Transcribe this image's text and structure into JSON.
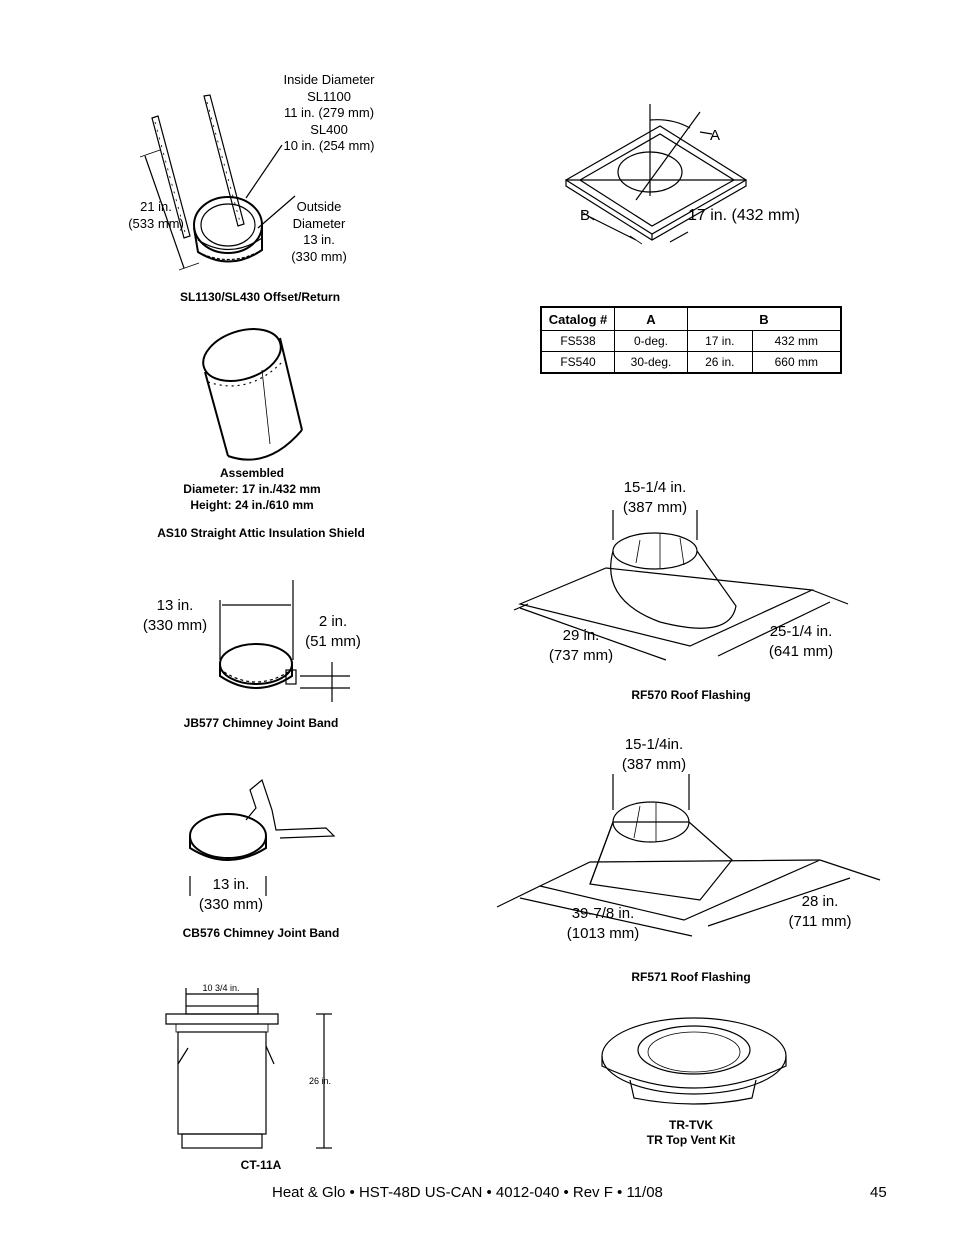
{
  "sl1130": {
    "inside_label": [
      "Inside Diameter",
      "SL1100",
      "11 in. (279 mm)",
      "SL400",
      "10 in. (254 mm)"
    ],
    "outside_label": [
      "Outside",
      "Diameter",
      "13 in.",
      "(330 mm)"
    ],
    "height_label": [
      "21 in.",
      "(533 mm)"
    ],
    "caption": "SL1130/SL430 Offset/Return"
  },
  "as10": {
    "assembled": [
      "Assembled",
      "Diameter: 17 in./432 mm",
      "Height: 24 in./610 mm"
    ],
    "caption": "AS10 Straight Attic Insulation Shield"
  },
  "fs": {
    "label_a": "A",
    "label_b": "B",
    "dim": "17 in. (432 mm)",
    "table": {
      "headers": [
        "Catalog #",
        "A",
        "B"
      ],
      "rows": [
        [
          "FS538",
          "0-deg.",
          "17 in.",
          "432 mm"
        ],
        [
          "FS540",
          "30-deg.",
          "26 in.",
          "660 mm"
        ]
      ]
    }
  },
  "jb577": {
    "dim_width": [
      "13 in.",
      "(330 mm)"
    ],
    "dim_height": [
      "2 in.",
      "(51 mm)"
    ],
    "caption": "JB577 Chimney Joint Band"
  },
  "rf570": {
    "top_dim": [
      "15-1/4 in.",
      "(387 mm)"
    ],
    "left_dim": [
      "29 in.",
      "(737 mm)"
    ],
    "right_dim": [
      "25-1/4 in.",
      "(641 mm)"
    ],
    "caption": "RF570 Roof Flashing"
  },
  "cb576": {
    "dim": [
      "13 in.",
      "(330 mm)"
    ],
    "caption": "CB576 Chimney Joint Band"
  },
  "rf571": {
    "top_dim": [
      "15-1/4in.",
      "(387 mm)"
    ],
    "left_dim": [
      "39-7/8 in.",
      "(1013 mm)"
    ],
    "right_dim": [
      "28 in.",
      "(711 mm)"
    ],
    "caption": "RF571 Roof Flashing"
  },
  "ct11a": {
    "top_dim": "10 3/4 in.",
    "side_dim": "26 in.",
    "caption": "CT-11A"
  },
  "trtvk": {
    "caption": [
      "TR-TVK",
      "TR Top Vent Kit"
    ]
  },
  "footer": {
    "text": "Heat & Glo • HST-48D US-CAN • 4012-040 • Rev F • 11/08",
    "page_number": "45"
  }
}
